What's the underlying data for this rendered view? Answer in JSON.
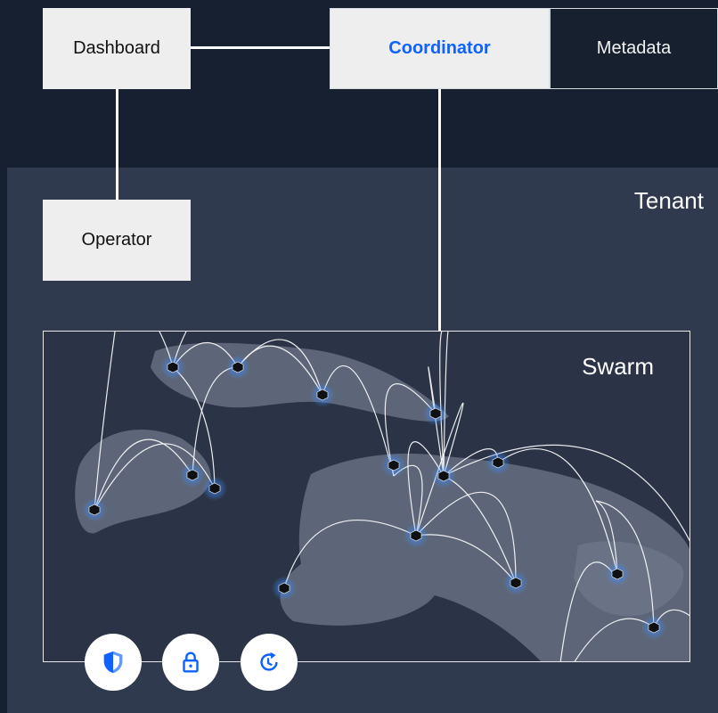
{
  "nodes": {
    "dashboard": "Dashboard",
    "coordinator": "Coordinator",
    "metadata": "Metadata",
    "operator": "Operator"
  },
  "regions": {
    "tenant": "Tenant",
    "swarm": "Swarm"
  },
  "colors": {
    "page_background": "#162030",
    "tenant_background": "#2f3a4e",
    "accent": "#0f62fe",
    "node_light": "#eeeeee",
    "land": "#5d6678"
  },
  "icons": [
    "shield-icon",
    "lock-icon",
    "history-icon"
  ]
}
